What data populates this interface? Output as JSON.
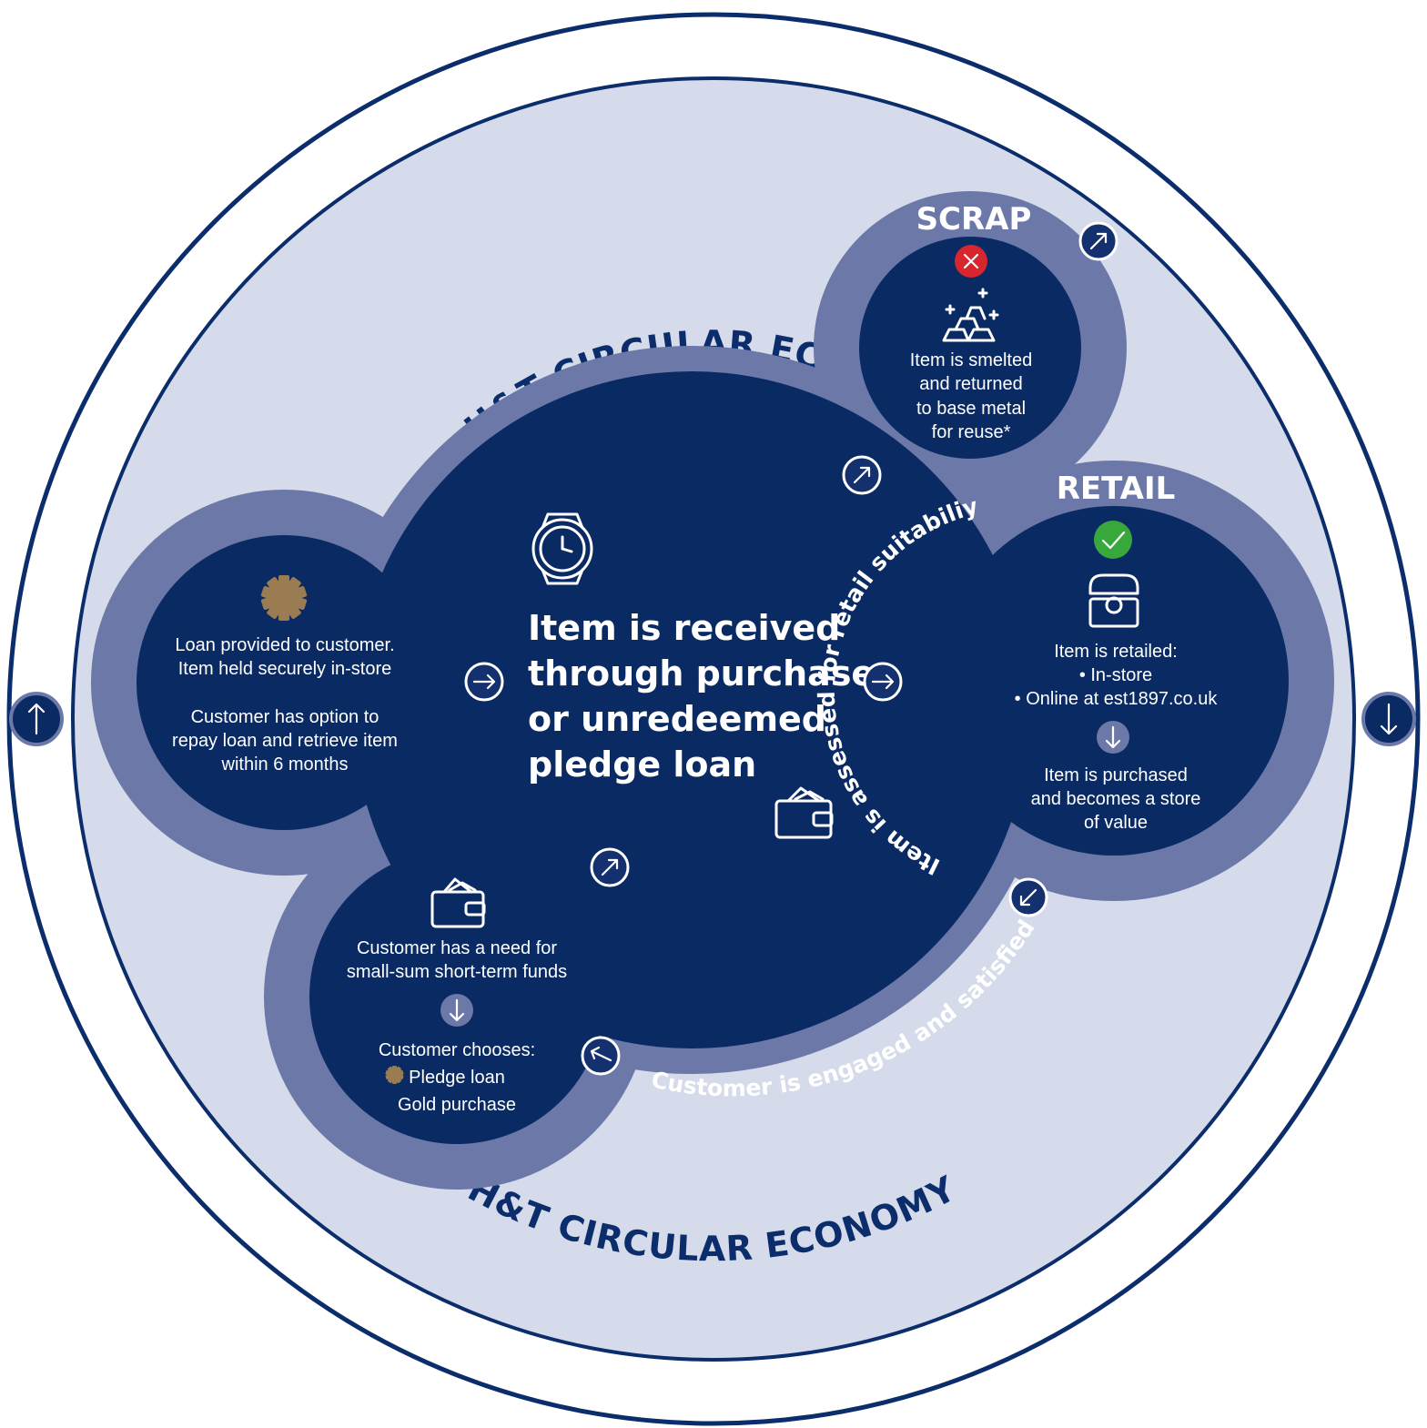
{
  "colors": {
    "outer_ring": "#ffffff",
    "outer_border": "#0b2d6b",
    "inner_background": "#d5dbea",
    "mid_ring": "#6c79a8",
    "navy": "#0a2a64",
    "accent_gold": "#9b7c52",
    "scrap_red": "#d8262f",
    "retail_green": "#38a83c"
  },
  "ring": {
    "title_top": "H&T CIRCULAR ECONOMY",
    "title_bottom": "H&T CIRCULAR ECONOMY"
  },
  "center": {
    "lines": [
      "Item is received",
      "through purchase",
      "or unredeemed",
      "pledge loan"
    ],
    "icons": [
      "watch-icon",
      "wallet-icon"
    ]
  },
  "loan": {
    "icon": "asterisk-icon",
    "lines_1": [
      "Loan provided to customer.",
      "Item held securely in-store"
    ],
    "lines_2": [
      "Customer has option to",
      "repay loan and retrieve item",
      "within 6 months"
    ]
  },
  "customer_need": {
    "icon": "wallet-icon",
    "lines_1": [
      "Customer has a need for",
      "small-sum short-term funds"
    ],
    "choose_label": "Customer chooses:",
    "options": [
      "Pledge loan",
      "Gold purchase"
    ]
  },
  "scrap": {
    "title": "SCRAP",
    "status_icon": "cross-icon",
    "icon": "gold-bars-icon",
    "lines": [
      "Item is smelted",
      "and returned",
      "to base metal",
      "for reuse*"
    ]
  },
  "retail": {
    "title": "RETAIL",
    "status_icon": "check-icon",
    "icon": "ring-box-icon",
    "lines_1": [
      "Item is retailed:",
      "• In-store",
      "• Online at est1897.co.uk"
    ],
    "lines_2": [
      "Item is purchased",
      "and becomes a store",
      "of value"
    ]
  },
  "arc_labels": {
    "assessed": "Item is assessed for retail suitabiliy",
    "engaged": "Customer is engaged and satisfied"
  }
}
